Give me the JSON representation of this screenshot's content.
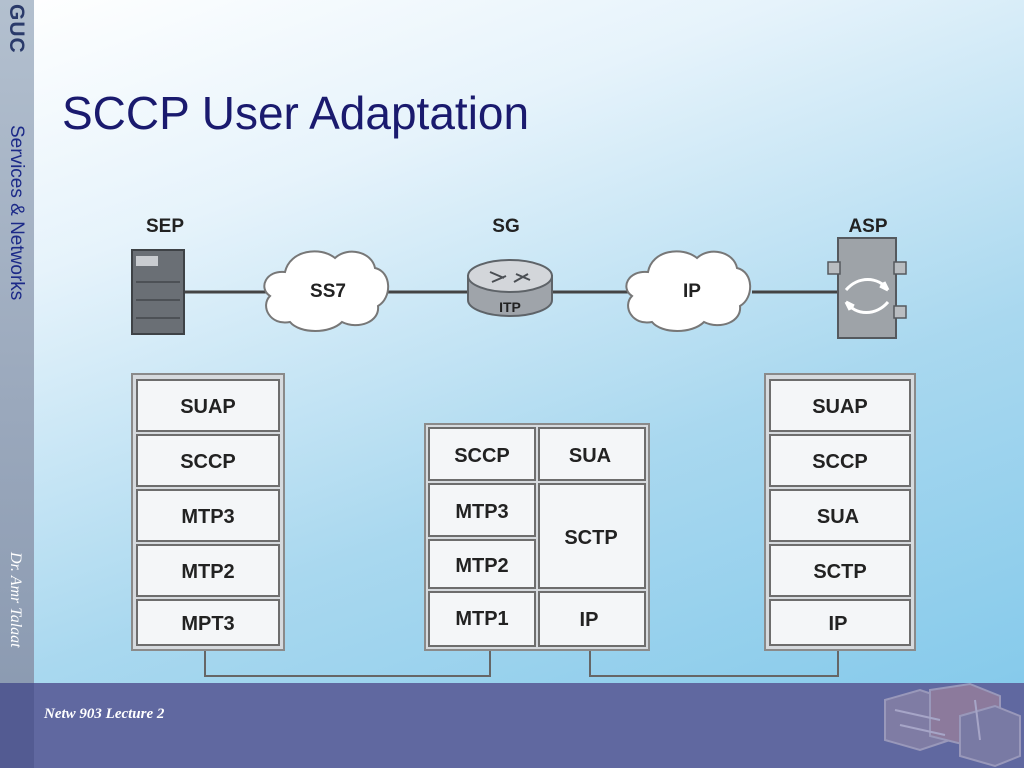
{
  "slide": {
    "title": "SCCP User Adaptation",
    "logo_text": "GUC",
    "sidebar_course": "Services & Networks",
    "sidebar_author": "Dr. Amr Talaat",
    "footer_text": "Netw 903 Lecture 2"
  },
  "network": {
    "nodes": [
      {
        "id": "sep",
        "label": "SEP"
      },
      {
        "id": "sg",
        "label": "SG",
        "device_label": "ITP"
      },
      {
        "id": "asp",
        "label": "ASP"
      }
    ],
    "clouds": [
      {
        "id": "ss7",
        "label": "SS7"
      },
      {
        "id": "ip",
        "label": "IP"
      }
    ]
  },
  "stacks": {
    "sep": [
      "SUAP",
      "SCCP",
      "MTP3",
      "MTP2",
      "MPT3"
    ],
    "sg_left": [
      "SCCP",
      "MTP3",
      "MTP2",
      "MTP1"
    ],
    "sg_right": [
      "SUA",
      "SCTP",
      "IP"
    ],
    "asp": [
      "SUAP",
      "SCCP",
      "SUA",
      "SCTP",
      "IP"
    ]
  },
  "colors": {
    "title": "#1a1a6e",
    "footer": "#6068a0",
    "sidebar": "#9aa8bc"
  }
}
